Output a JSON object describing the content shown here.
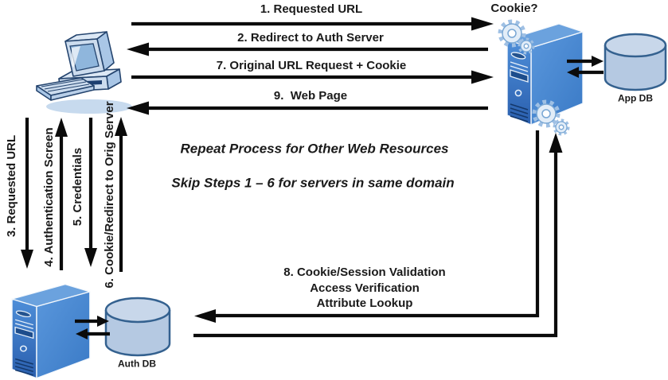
{
  "nodes": {
    "client": {
      "icon": "desktop-computer-icon"
    },
    "app_server": {
      "icon": "server-tower-icon",
      "question": "Cookie?",
      "decorations": [
        "gear-icon",
        "gear-icon"
      ]
    },
    "app_db": {
      "icon": "database-cylinder-icon",
      "label": "App DB"
    },
    "auth_server": {
      "icon": "server-tower-icon"
    },
    "auth_db": {
      "icon": "database-cylinder-icon",
      "label": "Auth DB"
    }
  },
  "flows": {
    "top": [
      {
        "label": "1. Requested URL",
        "from": "client",
        "to": "app_server",
        "direction": "right"
      },
      {
        "label": "2. Redirect to Auth Server",
        "from": "app_server",
        "to": "client",
        "direction": "left"
      },
      {
        "label": "7. Original URL Request + Cookie",
        "from": "client",
        "to": "app_server",
        "direction": "right"
      },
      {
        "label": "9.  Web Page",
        "from": "app_server",
        "to": "client",
        "direction": "left"
      }
    ],
    "left": [
      {
        "label": "3. Requested URL",
        "from": "client",
        "to": "auth_server",
        "direction": "down"
      },
      {
        "label": "4. Authentication Screen",
        "from": "auth_server",
        "to": "client",
        "direction": "up"
      },
      {
        "label": "5. Credentials",
        "from": "client",
        "to": "auth_server",
        "direction": "down"
      },
      {
        "label": "6. Cookie/Redirect to Orig Server",
        "from": "auth_server",
        "to": "client",
        "direction": "up"
      }
    ],
    "validation": {
      "lines": [
        "8. Cookie/Session Validation",
        "Access Verification",
        "Attribute Lookup"
      ],
      "from": "app_server",
      "to": "auth_db",
      "direction": "both"
    }
  },
  "notes": [
    "Repeat Process for Other Web Resources",
    "Skip Steps 1 – 6 for servers in same domain"
  ],
  "colors": {
    "arrow": "#0b0b0b",
    "text": "#1a1a1a",
    "server_front": "#2e66b0",
    "server_side": "#4a8ad2",
    "server_top": "#6ba2de",
    "db_fill": "#b5c9e2",
    "db_stroke": "#34618f",
    "client_fill": "#ccdcee",
    "client_stroke": "#24446e",
    "gear_fill": "#e2edf8"
  }
}
